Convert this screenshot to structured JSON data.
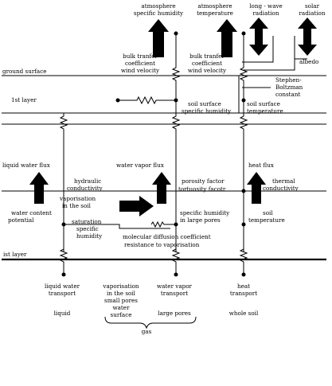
{
  "top_forcings": {
    "atmosphere_specific_humidity": [
      "atmosphere",
      "specific humidity"
    ],
    "atmosphere_temperature": [
      "atmosphere",
      "temperature"
    ],
    "long_wave_radiation": [
      "long - wave",
      "radiation"
    ],
    "solar_radiation": [
      "solar",
      "radiation"
    ]
  },
  "surface": {
    "bulk_transfer_1": [
      "bulk tranfer",
      "coefficient",
      "wind velocity"
    ],
    "bulk_transfer_2": [
      "bulk tranfer",
      "coefficient",
      "wind velocity"
    ],
    "albedo": "albedo",
    "ground_surface": "ground surface",
    "stephen_boltzman": [
      "Stephen-",
      "Boltzman",
      "constant"
    ]
  },
  "first_layer": {
    "layer_label": "1st layer",
    "soil_surface_specific_humidity": [
      "soil surface",
      "specific humidity"
    ],
    "soil_surface_temperature": [
      "soil surface",
      "temperature"
    ]
  },
  "fluxes": {
    "liquid_water_flux": "liquid water flux",
    "water_vapor_flux": "water vapor flux",
    "heat_flux": "heat flux"
  },
  "layer_i": {
    "hydraulic_conductivity": [
      "hydraulic",
      "conductivity"
    ],
    "vaporisation_in_soil": [
      "vaporisation",
      "in the soil"
    ],
    "porosity_factor": "porosity factor",
    "tortuosity_factor": "tortuosity facotr",
    "thermal_conductivity": [
      "thermal",
      "conductivity"
    ],
    "water_content_potential": [
      "water content",
      "potential"
    ],
    "saturation_specific_humidity": [
      "saturation",
      "specific",
      "humidity"
    ],
    "specific_humidity_large_pores": [
      "specific humidity",
      "in large pores"
    ],
    "soil_temperature": [
      "soil",
      "temperature"
    ],
    "molecular_diffusion": "molecular diffusion coefficient",
    "resistance_vaporisation": "resistance to vaporisation",
    "layer_label": "ist layer"
  },
  "bottom": {
    "liquid_water_transport": [
      "liquid water",
      "transport"
    ],
    "vaporisation_transport": [
      "vaporisation",
      "in the soil"
    ],
    "water_vapor_transport": [
      "water vapor",
      "transport"
    ],
    "heat_transport": [
      "heat",
      "transport"
    ],
    "small_pores": "small pores",
    "water_surface": [
      "water",
      "surface"
    ],
    "large_pores": "large pores",
    "liquid": "liquid",
    "whole_soil": "whole soil",
    "gas": "gas"
  }
}
